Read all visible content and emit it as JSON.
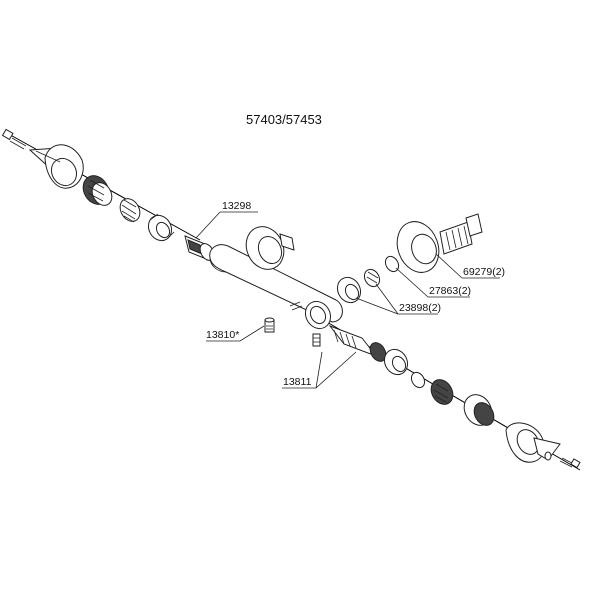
{
  "diagram": {
    "title": "57403/57453",
    "labels": {
      "p13298": "13298",
      "p13810": "13810*",
      "p13811": "13811",
      "p69279": "69279(2)",
      "p27863": "27863(2)",
      "p23898": "23898(2)"
    },
    "colors": {
      "line": "#222222",
      "fill": "#ffffff",
      "dark": "#444444"
    }
  }
}
